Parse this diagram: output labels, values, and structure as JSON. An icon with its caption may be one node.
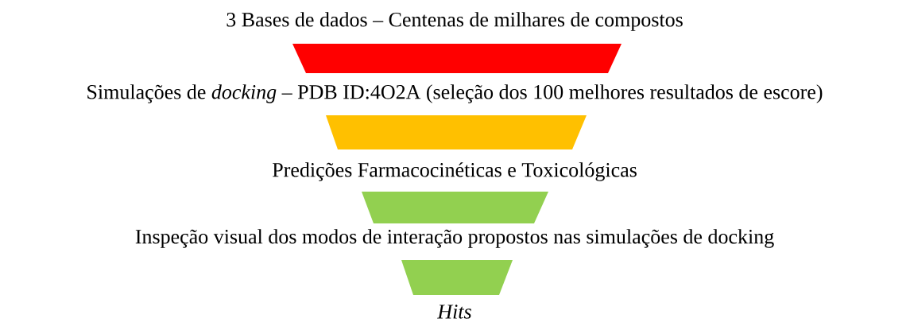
{
  "diagram": {
    "nodes": [
      {
        "text": [
          "3 Bases de dados – Centenas de milhares de compostos"
        ]
      },
      {
        "text": [],
        "shape": "trapezoid"
      },
      {
        "text": [
          "Simulações de *docking* – PDB ID:4O2A (seleção dos 100 melhores resultados de escore)"
        ]
      },
      {
        "text": [],
        "shape": "trapezoid"
      },
      {
        "text": [
          "Predições Farmacocinéticas e Toxicológicas"
        ]
      },
      {
        "text": [],
        "shape": "trapezoid"
      },
      {
        "text": [
          "Inspeção visual dos modos de interação propostos nas simulações de docking"
        ]
      },
      {
        "text": [],
        "shape": "trapezoid"
      },
      {
        "text": [
          "Hits"
        ]
      }
    ]
  }
}
